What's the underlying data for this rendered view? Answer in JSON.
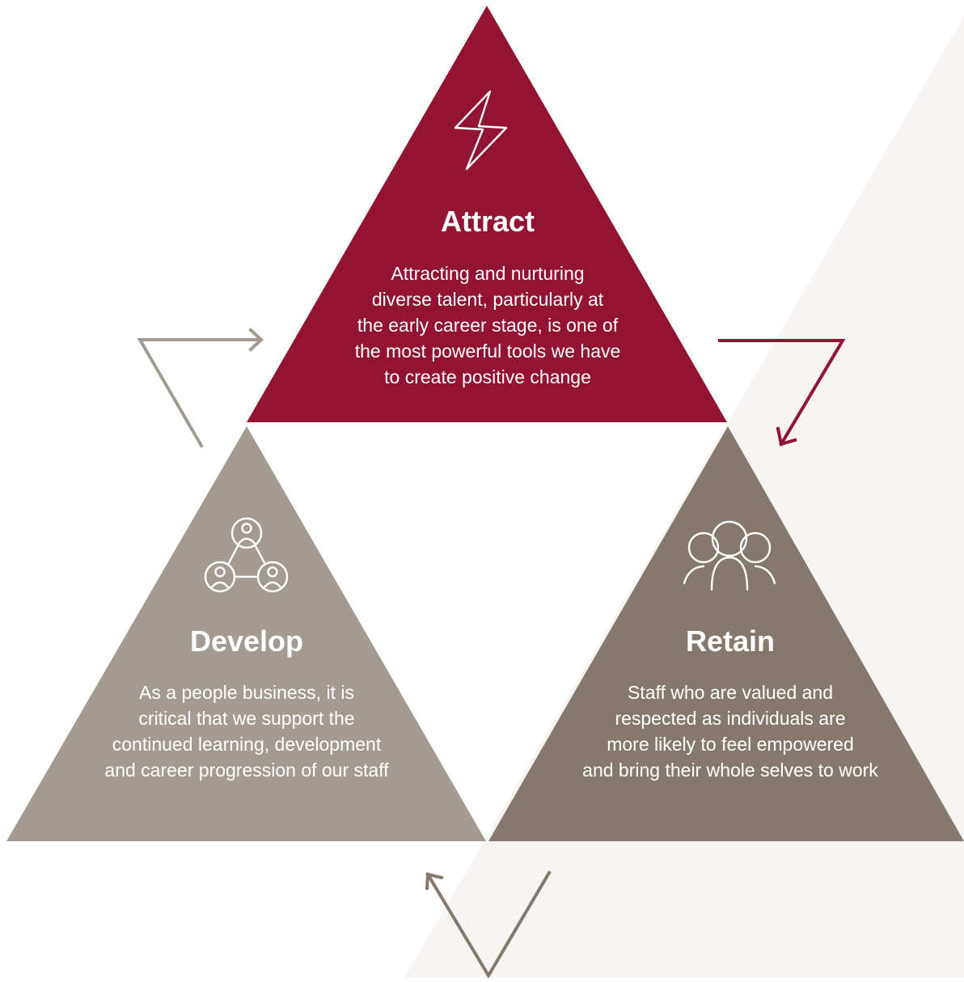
{
  "colors": {
    "attract": "#931432",
    "develop": "#a39a91",
    "retain": "#85796d",
    "arrow_develop_to_attract": "#a39a91",
    "arrow_attract_to_retain": "#931432",
    "arrow_retain_to_develop": "#85796d",
    "background_wedge": "#f7f4f3",
    "text": "#ffffff"
  },
  "attract": {
    "icon": "lightning-icon",
    "title": "Attract",
    "text": "Attracting and nurturing\ndiverse talent, particularly at\nthe early career stage, is one of\nthe most powerful tools we have\nto create positive change"
  },
  "develop": {
    "icon": "connected-people-icon",
    "title": "Develop",
    "text": "As a people business, it is\ncritical that we support the\ncontinued learning, development\nand career progression of our staff"
  },
  "retain": {
    "icon": "group-icon",
    "title": "Retain",
    "text": "Staff who are valued and\nrespected as individuals are\nmore likely to feel empowered\nand bring their whole selves to work"
  }
}
